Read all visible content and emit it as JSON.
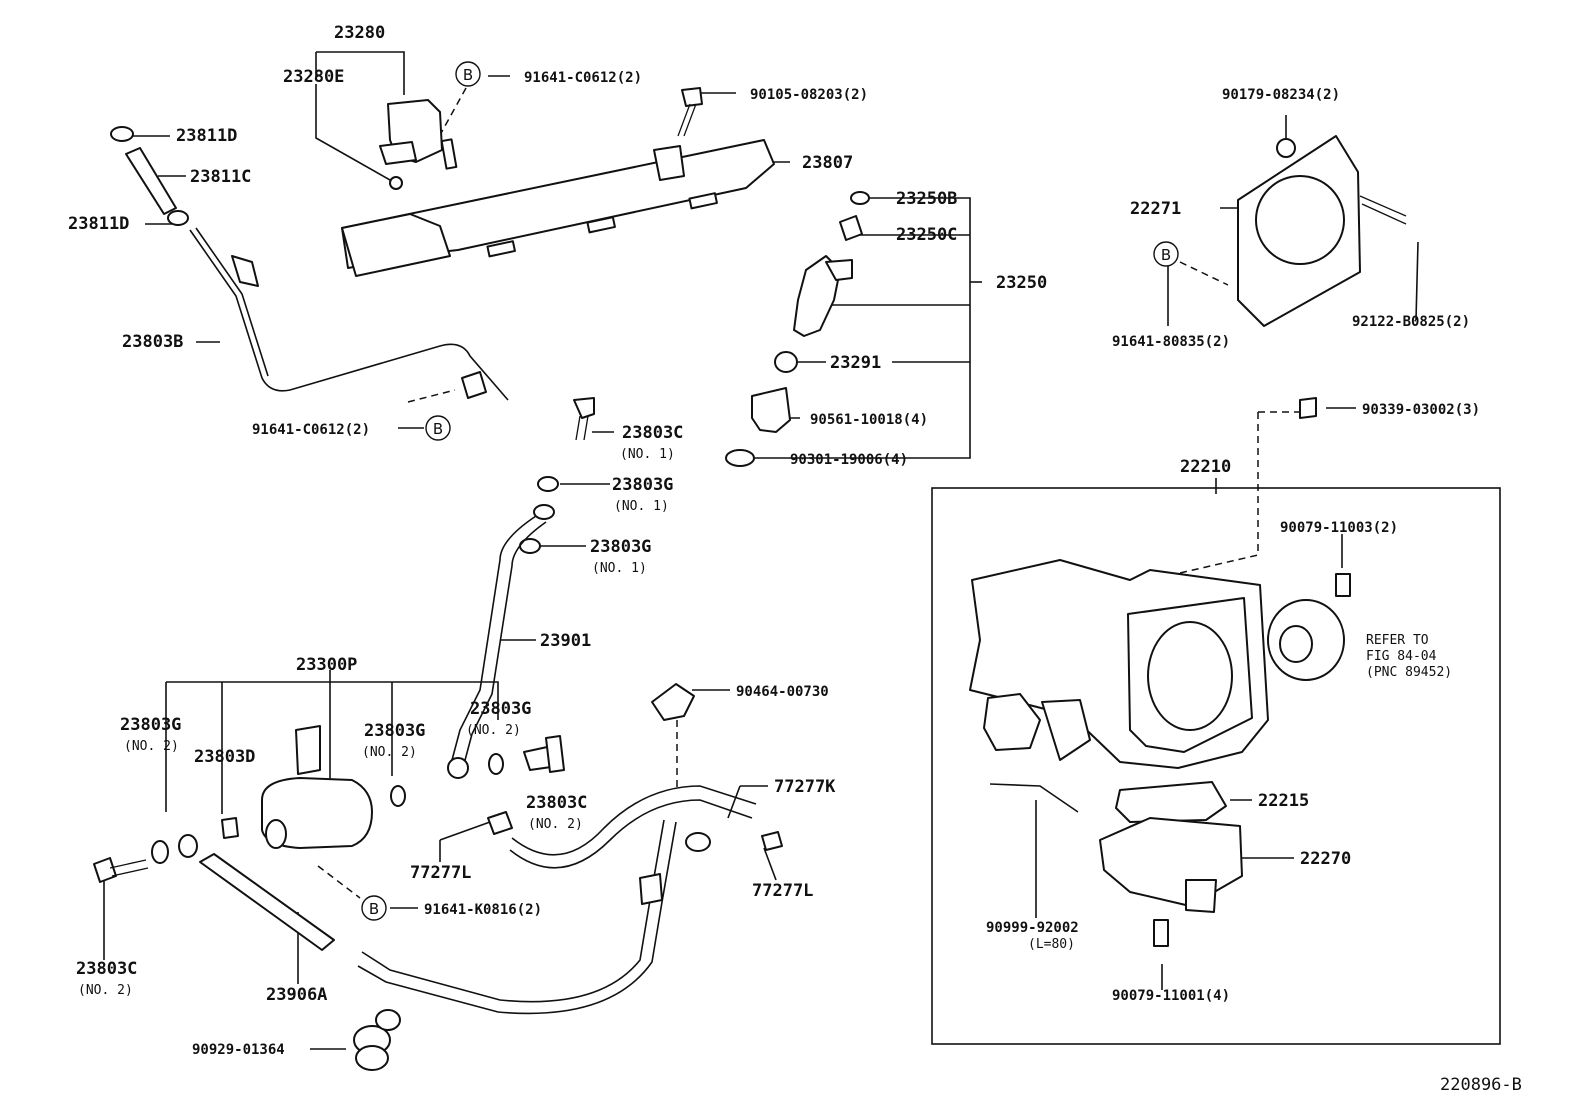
{
  "labels": {
    "p23280": "23280",
    "p23280E": "23280E",
    "p91641C0612a": "91641-C0612(2)",
    "p90105": "90105-08203(2)",
    "p23811Da": "23811D",
    "p23811C": "23811C",
    "p23811Db": "23811D",
    "p23807": "23807",
    "p23250B": "23250B",
    "p23250C": "23250C",
    "p23250": "23250",
    "p23803B": "23803B",
    "p23291": "23291",
    "p90561": "90561-10018(4)",
    "p91641C0612b": "91641-C0612(2)",
    "p23803Ca": "23803C",
    "p23803Ca_sub": "(NO. 1)",
    "p90301": "90301-19006(4)",
    "p23803Ga": "23803G",
    "p23803Ga_sub": "(NO. 1)",
    "p23803Gb": "23803G",
    "p23803Gb_sub": "(NO. 1)",
    "p23901": "23901",
    "p23300P": "23300P",
    "p23803Gc": "23803G",
    "p23803Gc_sub": "(NO. 2)",
    "p23803Gd": "23803G",
    "p23803Gd_sub": "(NO. 2)",
    "p23803Ge": "23803G",
    "p23803Ge_sub": "(NO. 2)",
    "p23803D": "23803D",
    "p90464": "90464-00730",
    "p23803Cb": "23803C",
    "p23803Cb_sub": "(NO. 2)",
    "p77277K": "77277K",
    "p77277La": "77277L",
    "p77277Lb": "77277L",
    "p91641K0816": "91641-K0816(2)",
    "p23803Cc": "23803C",
    "p23803Cc_sub": "(NO. 2)",
    "p23906A": "23906A",
    "p90929": "90929-01364",
    "p90179": "90179-08234(2)",
    "p22271": "22271",
    "p91641_80835": "91641-80835(2)",
    "p92122": "92122-B0825(2)",
    "p90339": "90339-03002(3)",
    "p22210": "22210",
    "p90079_11003": "90079-11003(2)",
    "refer1": "REFER TO",
    "refer2": "FIG 84-04",
    "refer3": "(PNC 89452)",
    "p22215": "22215",
    "p22270": "22270",
    "p90999": "90999-92002",
    "p90999_sub": "(L=80)",
    "p90079_11001": "90079-11001(4)",
    "ref_b": "B",
    "figure_code": "220896-B"
  }
}
